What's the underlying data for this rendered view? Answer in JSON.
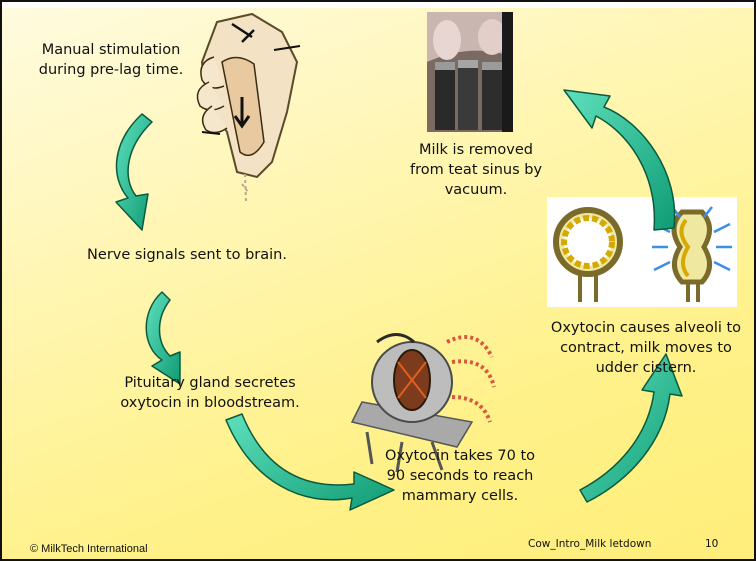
{
  "steps": [
    "Manual stimulation during pre-lag time.",
    "Nerve signals sent to brain.",
    "Pituitary gland secretes oxytocin in bloodstream.",
    "Oxytocin takes 70 to 90 seconds to reach mammary cells.",
    "Oxytocin causes alveoli to contract, milk moves to udder cistern.",
    "Milk is removed from teat sinus by vacuum."
  ],
  "footer": {
    "copyright": "© MilkTech International",
    "slide_name": "Cow_Intro_Milk letdown",
    "slide_number": "10"
  },
  "colors": {
    "arrow_fill": "#1fbf96",
    "arrow_stroke": "#0b5a3c",
    "background": "#fff3a0"
  }
}
